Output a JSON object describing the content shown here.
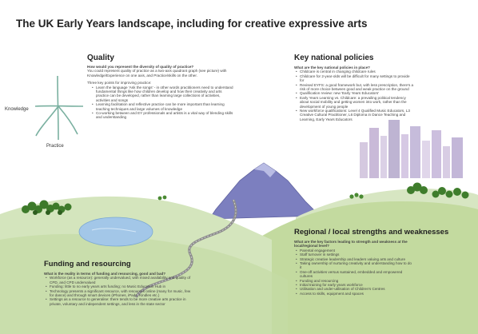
{
  "title": "The UK Early Years landscape, including for creative expressive arts",
  "quality": {
    "heading": "Quality",
    "question": "How would you represent the diversity of quality of practice?",
    "intro": "You could represent quality of practice as a two-axis quadrant graph (see picture) with Knowledge/Experience on one axis, and Practice/skills on the other.",
    "points_intro": "Three key points for improving practice:",
    "bullets": [
      "Learn the language 'Ask the songs' - in other words practitioners need to understand fundamental things like how children develop and how their creativity and arts practice can be developed, rather than learning large collections of activities, activities and songs",
      "Learning facilitation and reflective practice can be more important than learning teaching techniques and large volumes of knowledge",
      "Co-working between and EY professionals and artists is a vital way of blending skills and understanding"
    ],
    "axis_knowledge": "Knowledge",
    "axis_practice": "Practice"
  },
  "policies": {
    "heading": "Key national policies",
    "question": "What are the key national policies in place?",
    "bullets": [
      "Childcare is central in changing childcare rules",
      "Childcare for 2-year-olds will be difficult for many settings to provide for",
      "Revised EYFS: a good framework but, with less prescription, there's a risk of more choice between good and weak practice on the ground",
      "Qualification review: new 'Early Years Educators'",
      "Early Years Learning vs. Childcare: a prevailing political tendency about social mobility and getting women into work, rather than the development of young people",
      "New workforce qualifications: Level 4 Qualified Music Educators, L3 Creative Cultural Practitioner, L6 Diploma in Dance Teaching and Learning, Early Years Educators"
    ]
  },
  "regional": {
    "heading": "Regional / local strengths and weaknesses",
    "question": "What are the key factors leading to strength and weakness at the local/regional level?",
    "bullets": [
      "Parental engagement",
      "Staff turnover in settings",
      "Strategic creative leadership and leaders valuing arts and culture",
      "Taking ownership of nurturing creativity and understanding how to do it",
      "One-off activities versus sustained, embedded and empowered cultures",
      "Funding and resourcing",
      "Initial training for early years workforce",
      "Utilisation and under-utilisation of Children's Centres",
      "Access to skills, equipment and spaces"
    ]
  },
  "funding": {
    "heading": "Funding and resourcing",
    "question": "What is the reality in terms of funding and resourcing, good and bad?",
    "bullets": [
      "Workforce (as a resource): generally undervalued, with mixed availability and quality of CPD, and CPD undervalued",
      "Funding: little to no early years arts funding; no Music Education Hub in",
      "Technology presents a significant resource, with resources online (many for music, few for dance) and through smart devices (iPhones, iPads, Kindles etc.)",
      "Settings as a resource to generalise: there tends to be more creative arts practice in private, voluntary and independent settings, and less in the state sector"
    ]
  },
  "colors": {
    "hill_light": "#c9dcb0",
    "hill_dark": "#8fb86e",
    "mountain": "#7f82bf",
    "lake": "#9cc0e4",
    "road": "#9a9a9a",
    "trees": "#3f7d2c",
    "city": "#b9a9c9"
  }
}
